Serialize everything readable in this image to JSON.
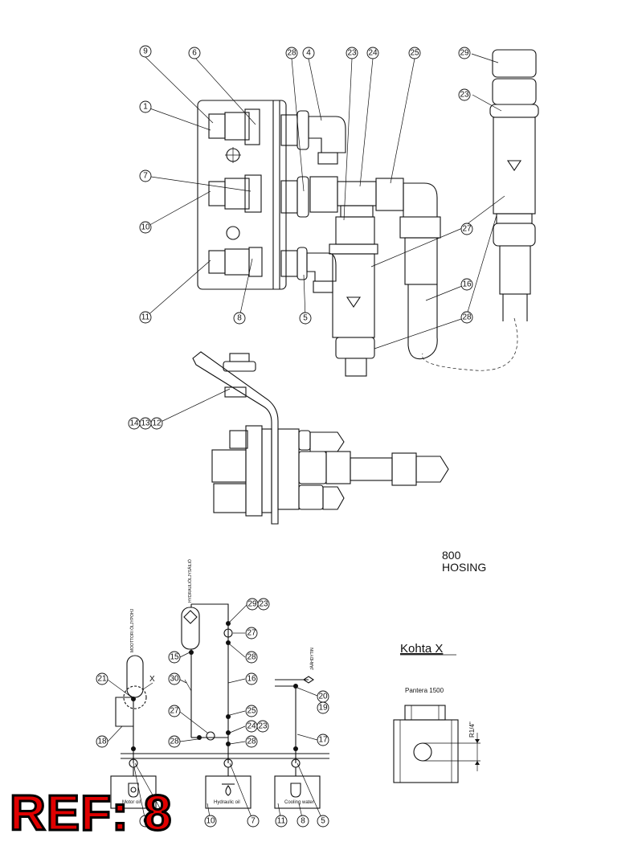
{
  "title": {
    "line1": "800",
    "line2": "HOSING"
  },
  "detail": {
    "title": "Kohta X",
    "subtitle": "Pantera 1500",
    "thread": "R1/4\""
  },
  "schematic_labels": {
    "motor_oil_tank": "MOOTTORI ÖLJYPOHJ",
    "hydraulic_tank": "HYDRAULIÖLJYSÄILIÖ",
    "cooling": "JÄÄHDYTIN",
    "detail_marker": "X",
    "panel_motor": "Motor oil",
    "panel_hydraulic": "Hydraulic oil",
    "panel_cooling": "Cooling water"
  },
  "stamp": "REF: 8",
  "balloons": {
    "b9": "9",
    "b6": "6",
    "b28a": "28",
    "b4": "4",
    "b23a": "23",
    "b24": "24",
    "b25": "25",
    "b29": "29",
    "b1": "1",
    "b23b": "23",
    "b7": "7",
    "b10": "10",
    "b27": "27",
    "b11": "11",
    "b8": "8",
    "b5": "5",
    "b16": "16",
    "b28b": "28",
    "b14": "14",
    "b13": "13",
    "b12": "12",
    "s29": "29",
    "s23": "23",
    "s27": "27",
    "s28a": "28",
    "s15": "15",
    "s16": "16",
    "s30": "30",
    "s21": "21",
    "s20": "20",
    "s19": "19",
    "s27b": "27",
    "s25": "25",
    "s18": "18",
    "s24": "24",
    "s23b": "23",
    "s28b": "28",
    "s28c": "28",
    "s17": "17",
    "s6": "6",
    "s10": "10",
    "s7": "7",
    "s11": "11",
    "s8": "8",
    "s5": "5"
  }
}
